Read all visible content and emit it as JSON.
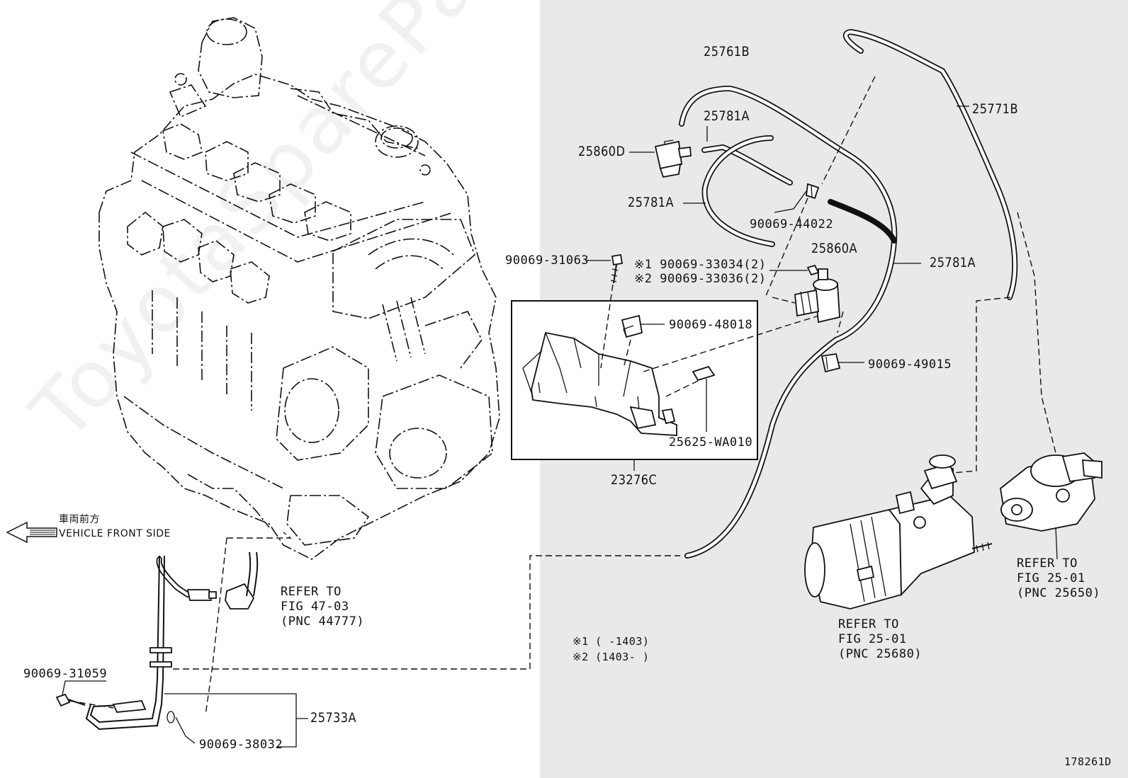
{
  "watermark": "ToyotaSpareParts.ru",
  "figure_id": "178261D",
  "direction": {
    "arrow_icon": "left-arrow",
    "label_jp": "車両前方",
    "label_en": "VEHICLE FRONT SIDE"
  },
  "parts": {
    "p25761B": "25761B",
    "p25771B": "25771B",
    "p25781A_top": "25781A",
    "p25860D": "25860D",
    "p25781A_left": "25781A",
    "p90069_44022": "90069-44022",
    "p25860A": "25860A",
    "p25781A_right": "25781A",
    "p90069_31063": "90069-31063",
    "p90069_33034": "※1 90069-33034(2)",
    "p90069_33036": "※2 90069-33036(2)",
    "p90069_48018": "90069-48018",
    "p90069_49015": "90069-49015",
    "p25625_WA010": "25625-WA010",
    "p23276C": "23276C",
    "p90069_31059": "90069-31059",
    "p25733A": "25733A",
    "p90069_38032": "90069-38032"
  },
  "refs": {
    "fig47_line1": "REFER TO",
    "fig47_line2": "FIG 47-03",
    "fig47_line3": "(PNC 44777)",
    "fig2501a_line1": "REFER TO",
    "fig2501a_line2": "FIG 25-01",
    "fig2501a_line3": "(PNC 25680)",
    "fig2501b_line1": "REFER TO",
    "fig2501b_line2": "FIG 25-01",
    "fig2501b_line3": "(PNC 25650)"
  },
  "notes": {
    "note1": "※1 (     -1403)",
    "note2": "※2 (1403-     )"
  }
}
